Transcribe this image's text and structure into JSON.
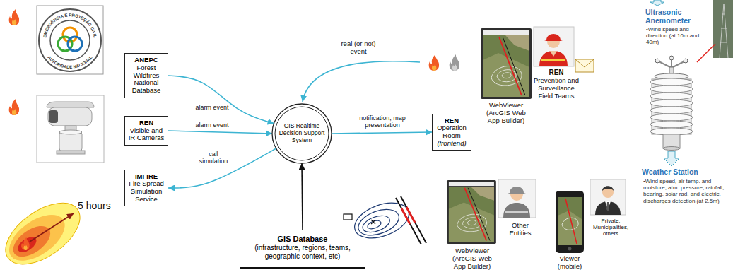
{
  "diagram": {
    "nodes": [
      {
        "text": [
          "ANEPC",
          "Forest Wildfires National Database"
        ]
      },
      {
        "text": [
          "REN",
          "Visible and IR Cameras"
        ]
      },
      {
        "text": [
          "IMFIRE",
          "Fire Spread Simulation Service"
        ]
      },
      {
        "text": [
          "GIS Realtime Decision Support System"
        ]
      },
      {
        "text": [
          "REN",
          "Operation Room",
          "(frontend)"
        ]
      },
      {
        "text": [
          "GIS Database",
          "(infrastructure, regions, teams, geographic context, etc)"
        ]
      }
    ],
    "edges": [
      {
        "from": 0,
        "to": 3,
        "label": "alarm event",
        "arrow": "to"
      },
      {
        "from": 1,
        "to": 3,
        "label": "alarm event",
        "arrow": "to"
      },
      {
        "from": 3,
        "to": 2,
        "label": "call simulation",
        "arrow": "to"
      },
      {
        "from": 3,
        "to": 4,
        "label": "notification, map presentation",
        "arrow": "to"
      },
      {
        "from": 5,
        "to": 3,
        "arrow": "to"
      }
    ],
    "labels": [
      "5 hours",
      "EMERGÊNCIA E PROTEÇÃO CIVIL",
      "AUTORIDADE NACIONAL",
      "real (or not) event",
      "REN",
      "Prevention and Surveillance Field Teams",
      "WebViewer (ArcGIS Web App Builder)",
      "Other Entities",
      "WebViewer (ArcGIS Web App Builder)",
      "Private, Municipalities, others",
      "Viewer (mobile)",
      "Ultrasonic Anemometer",
      "•Wind speed and direction (at 10m and 40m)",
      "Weather Station",
      "•Wind speed, air temp. and moisture, atm. pressure, rainfall, bearing, solar rad. and electric. discharges detection (at 2.5m)"
    ]
  }
}
